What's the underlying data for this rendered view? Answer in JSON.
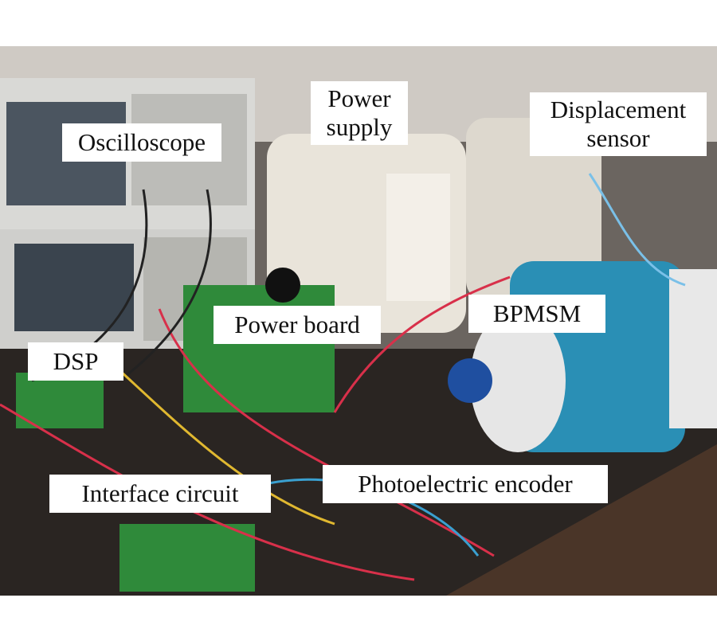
{
  "labels": {
    "oscilloscope": "Oscilloscope",
    "power_supply": [
      "Power",
      "supply"
    ],
    "displacement_sensor": [
      "Displacement",
      "sensor"
    ],
    "power_board": "Power board",
    "bpmsm": "BPMSM",
    "dsp": "DSP",
    "interface_circuit": "Interface circuit",
    "photoelectric_encoder": "Photoelectric encoder"
  },
  "colors": {
    "motor": "#2a8fb5",
    "board": "#2f8a3a",
    "wire": "#d8304a",
    "supply": "#e9e4da"
  }
}
